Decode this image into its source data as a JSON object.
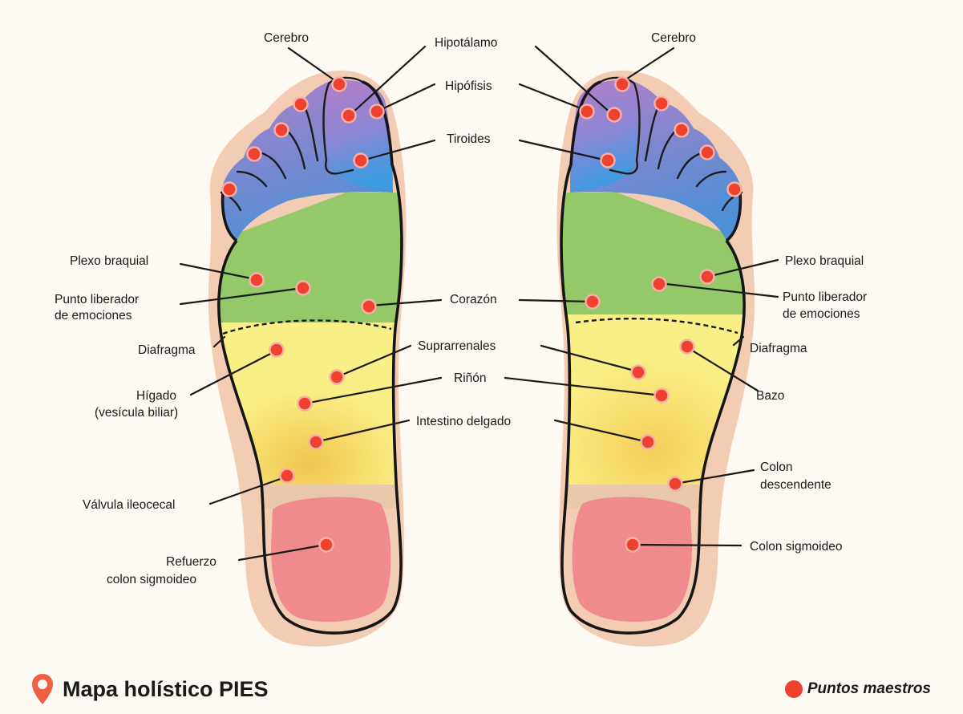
{
  "diagram": {
    "labels": {
      "cerebro_left": "Cerebro",
      "cerebro_right": "Cerebro",
      "hipotalamo": "Hipotálamo",
      "hipofisis": "Hipófisis",
      "tiroides": "Tiroides",
      "plexo_left": "Plexo braquial",
      "plexo_right": "Plexo braquial",
      "punto_left_1": "Punto liberador",
      "punto_left_2": "de emociones",
      "punto_right_1": "Punto liberador",
      "punto_right_2": "de emociones",
      "corazon": "Corazón",
      "diafragma_left": "Diafragma",
      "diafragma_right": "Diafragma",
      "suprarrenales": "Suprarrenales",
      "rinon": "Riñón",
      "higado_1": "Hígado",
      "higado_2": "(vesícula biliar)",
      "bazo": "Bazo",
      "intestino": "Intestino delgado",
      "colon_desc_1": "Colon",
      "colon_desc_2": "descendente",
      "valvula": "Válvula ileocecal",
      "refuerzo_1": "Refuerzo",
      "refuerzo_2": "colon sigmoideo",
      "colon_sigmoideo": "Colon sigmoideo"
    },
    "zone_colors": {
      "skin": "#f2cdb4",
      "head_zone_top": "#b07fc9",
      "head_zone_bottom": "#4f8fd6",
      "chest_zone": "#94c96a",
      "abdomen_zone": "#f8ef86",
      "abdomen_warm": "#f2c64e",
      "pelvis_zone": "#ef8a8e",
      "point_color": "#ee4130"
    }
  },
  "footer": {
    "title": "Mapa holístico PIES",
    "legend_label": "Puntos maestros",
    "pin_icon": "map-pin-icon",
    "pin_color": "#ef6040"
  }
}
